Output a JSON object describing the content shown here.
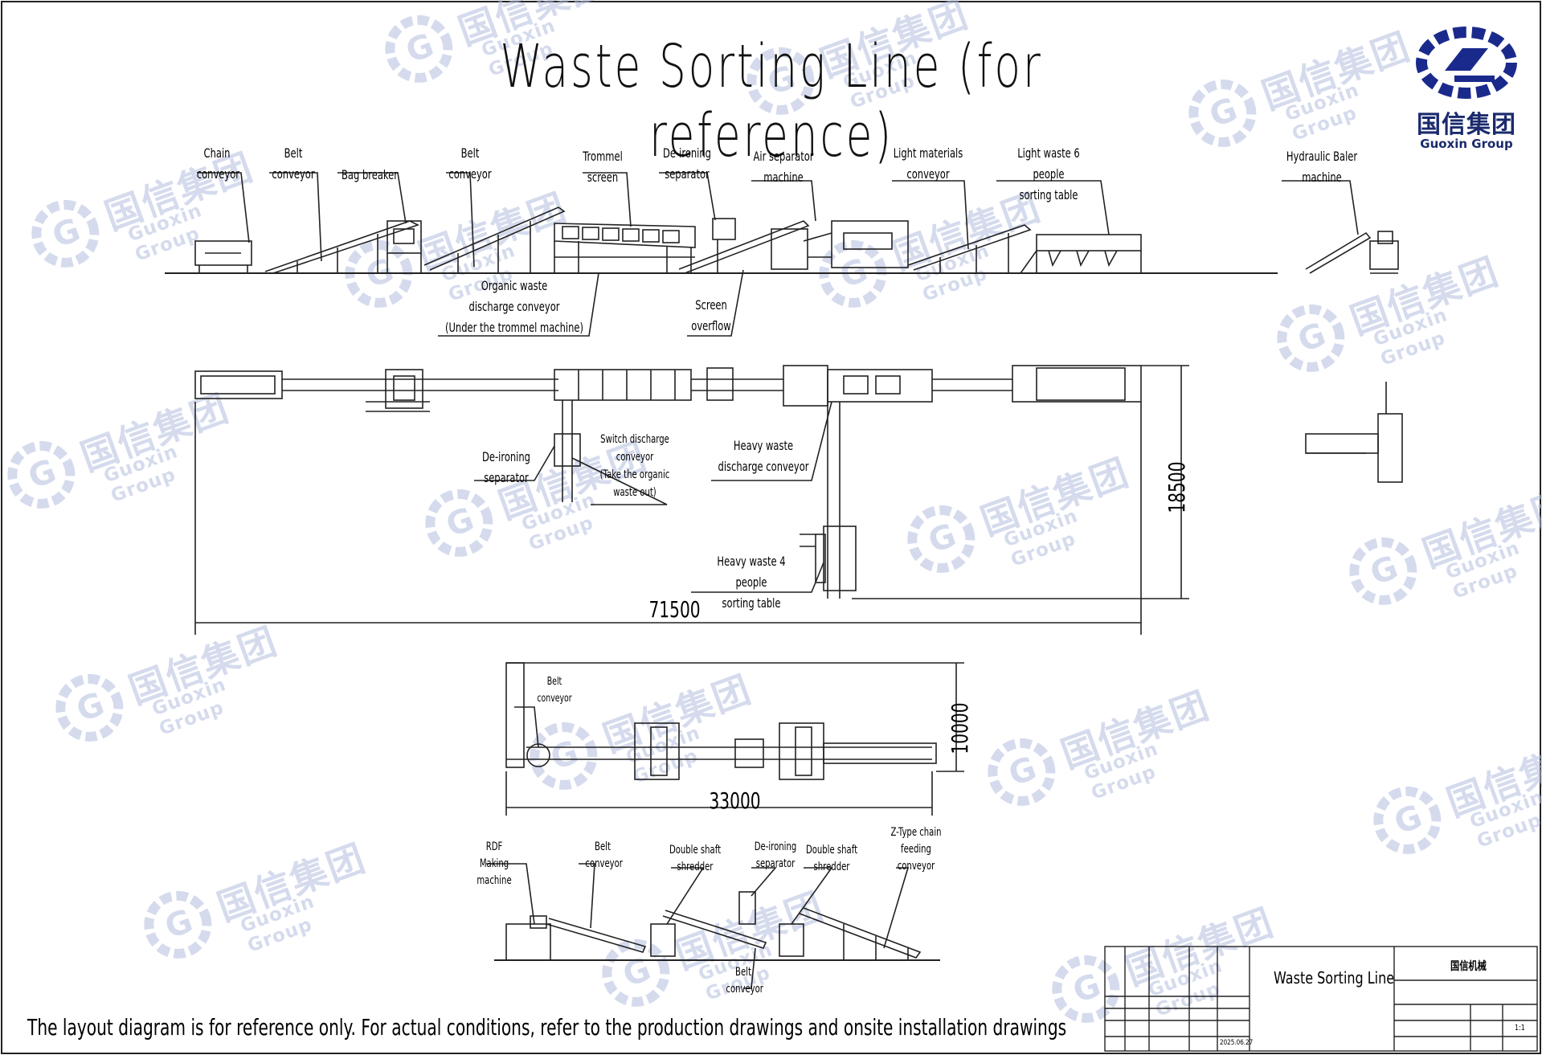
{
  "title": "Waste Sorting Line (for reference)",
  "logo": {
    "cn": "国信集团",
    "en": "Guoxin Group",
    "color": "#1a2a8c"
  },
  "watermark": {
    "cn": "国信集团",
    "en": "Guoxin Group"
  },
  "elevation_labels": [
    "Chain\nconveyor",
    "Belt\nconveyor",
    "Bag breaker",
    "Belt\nconveyor",
    "Trommel\nscreen",
    "De-ironing\nseparator",
    "Air separator\nmachine",
    "Light materials\nconveyor",
    "Light waste 6 people\nsorting table",
    "Hydraulic Baler\nmachine",
    "Organic waste\ndischarge conveyor\n(Under the trommel machine)",
    "Screen\noverflow"
  ],
  "plan_labels": [
    "De-ironing\nseparator",
    "Switch discharge\nconveyor\n(Take the organic\nwaste out)",
    "Heavy waste\ndischarge conveyor",
    "Heavy waste 4 people\nsorting table"
  ],
  "dimensions": {
    "plan_length": "71500",
    "plan_width": "18500",
    "rdf_length": "33000",
    "rdf_width": "10000"
  },
  "rdf_plan_labels": [
    "Belt\nconveyor"
  ],
  "rdf_elevation_labels": [
    "RDF\nMaking machine",
    "Belt\nconveyor",
    "Double shaft\nshredder",
    "De-ironing\nseparator",
    "Double shaft\nshredder",
    "Z-Type chain\nfeeding\nconveyor",
    "Belt\nconveyor"
  ],
  "footer_note": "The layout diagram is for reference only. For actual conditions, refer to the production drawings and onsite installation drawings",
  "title_block": {
    "drawing_name": "Waste Sorting Line",
    "company": "国信机械",
    "date": "2025.06.27",
    "sheet": "1:1"
  }
}
